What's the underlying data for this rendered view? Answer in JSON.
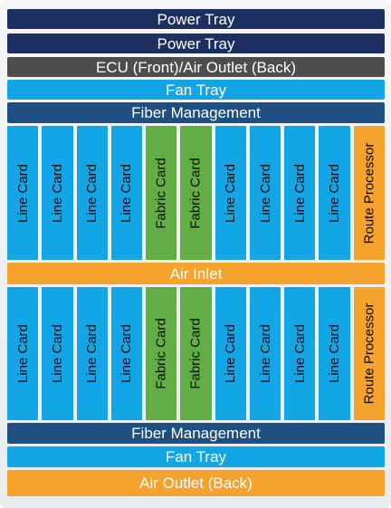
{
  "colors": {
    "navy": "#1d2f60",
    "gray": "#4d4d4d",
    "blue": "#12a6e7",
    "slate": "#1f4f80",
    "green": "#63ad45",
    "orange": "#f5a32d"
  },
  "top_rows": [
    {
      "label": "Power Tray",
      "color": "navy"
    },
    {
      "label": "Power Tray",
      "color": "navy"
    },
    {
      "label": "ECU (Front)/Air Outlet (Back)",
      "color": "gray"
    },
    {
      "label": "Fan Tray",
      "color": "blue"
    },
    {
      "label": "Fiber Management",
      "color": "slate"
    }
  ],
  "upper_slots": [
    {
      "label": "Line Card",
      "color": "blue"
    },
    {
      "label": "Line Card",
      "color": "blue"
    },
    {
      "label": "Line Card",
      "color": "blue"
    },
    {
      "label": "Line Card",
      "color": "blue"
    },
    {
      "label": "Fabric Card",
      "color": "green"
    },
    {
      "label": "Fabric Card",
      "color": "green"
    },
    {
      "label": "Line Card",
      "color": "blue"
    },
    {
      "label": "Line Card",
      "color": "blue"
    },
    {
      "label": "Line Card",
      "color": "blue"
    },
    {
      "label": "Line Card",
      "color": "blue"
    },
    {
      "label": "Route Processor",
      "color": "orange"
    }
  ],
  "middle_row": {
    "label": "Air Inlet",
    "color": "orange"
  },
  "lower_slots": [
    {
      "label": "Line Card",
      "color": "blue"
    },
    {
      "label": "Line Card",
      "color": "blue"
    },
    {
      "label": "Line Card",
      "color": "blue"
    },
    {
      "label": "Line Card",
      "color": "blue"
    },
    {
      "label": "Fabric Card",
      "color": "green"
    },
    {
      "label": "Fabric Card",
      "color": "green"
    },
    {
      "label": "Line Card",
      "color": "blue"
    },
    {
      "label": "Line Card",
      "color": "blue"
    },
    {
      "label": "Line Card",
      "color": "blue"
    },
    {
      "label": "Line Card",
      "color": "blue"
    },
    {
      "label": "Route Processor",
      "color": "orange"
    }
  ],
  "bottom_rows": [
    {
      "label": "Fiber Management",
      "color": "slate"
    },
    {
      "label": "Fan Tray",
      "color": "blue"
    },
    {
      "label": "Air Outlet (Back)",
      "color": "orange"
    }
  ]
}
